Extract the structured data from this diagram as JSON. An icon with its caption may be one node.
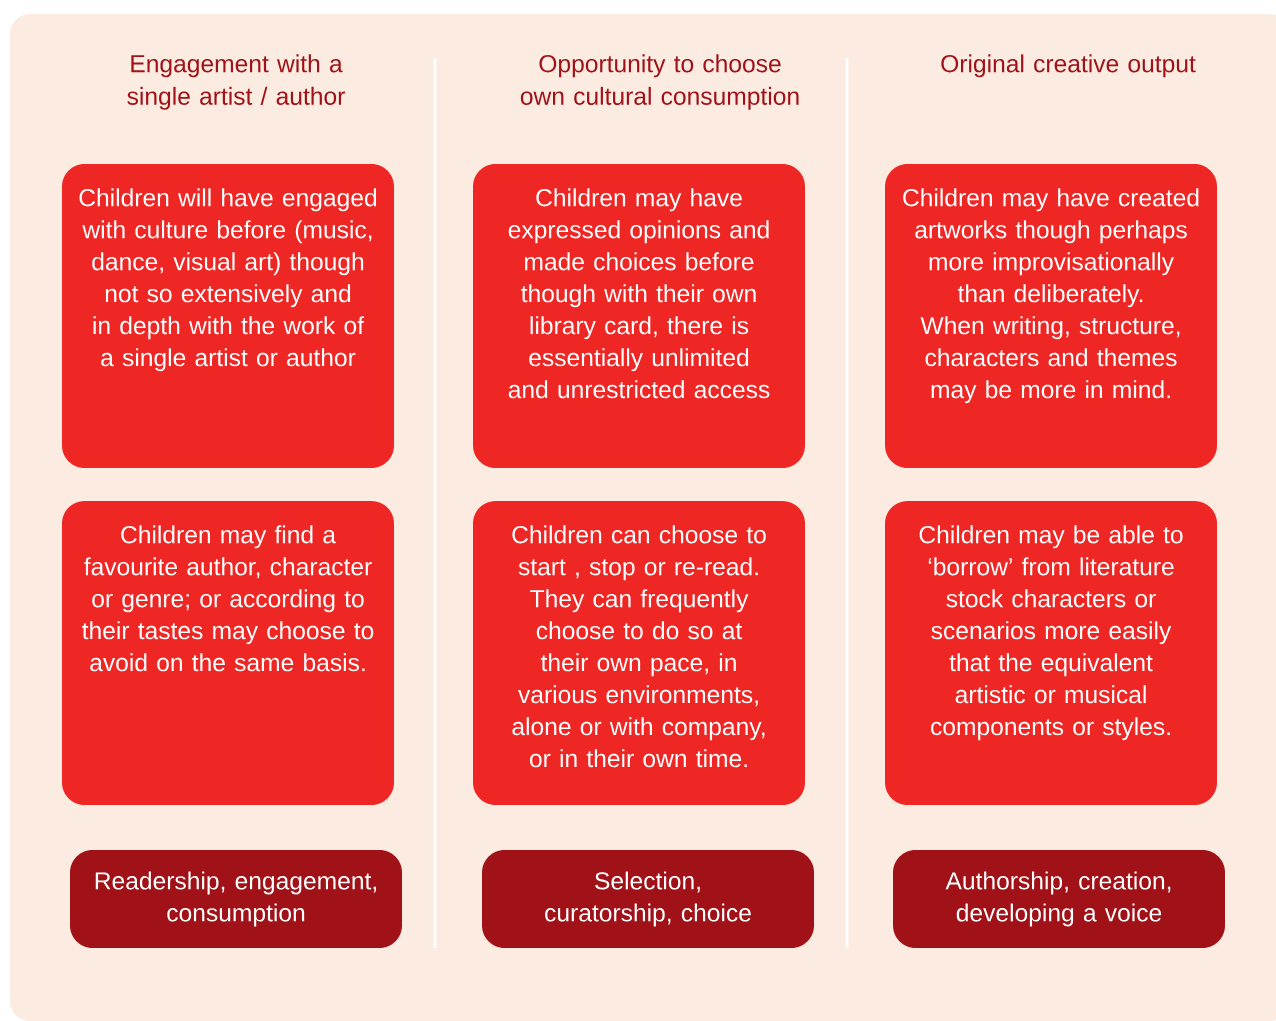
{
  "diagram": {
    "nodes": [
      {
        "text": [
          "Children will have engaged with culture before (music, dance, visual art) though not so extensively and in depth with the work of a single artist or author"
        ]
      },
      {
        "text": [
          "Children may have expressed opinions and made choices before though with their own library card, there is essentially unlimited and unrestricted access"
        ]
      },
      {
        "text": [
          "Children may have created artworks though perhaps more improvisationally than deliberately. When writing, structure, characters and themes may be more in mind."
        ]
      },
      {
        "text": [
          "Children may find a favourite author, character or genre; or according to their tastes may choose to avoid on the same basis."
        ]
      },
      {
        "text": [
          "Children can choose to start , stop or re-read. They can frequently choose to do so at their own pace, in various environments, alone or with company, or in their own time."
        ]
      },
      {
        "text": [
          "Children may be able to ‘borrow’ from literature stock characters or scenarios more easily that the equivalent artistic or musical components or styles."
        ]
      },
      {
        "text": [
          "Readership, engagement, consumption"
        ]
      },
      {
        "text": [
          "Selection, curatorship, choice"
        ]
      },
      {
        "text": [
          "Authorship, creation, developing a voice"
        ]
      }
    ],
    "labels": [
      "Engagement with a single artist / author",
      "Opportunity to choose own cultural consumption",
      "Original creative output"
    ]
  }
}
